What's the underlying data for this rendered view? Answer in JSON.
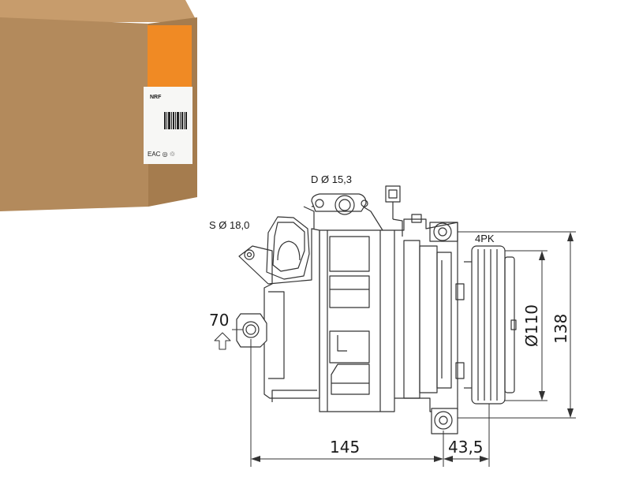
{
  "labels": {
    "discharge": "D Ø 15,3",
    "suction": "S Ø 18,0",
    "belt": "4PK",
    "mount": "70",
    "pulley_diameter": "Ø110",
    "height": "138",
    "length": "145",
    "pulley_offset": "43,5"
  },
  "box_label": {
    "brand": "NRF",
    "symbols": "EAC ◎ ♲"
  },
  "colors": {
    "box": "#b38a5c",
    "box_side": "#9c7448",
    "box_top": "#c79c6c",
    "brand_orange": "#f08a24",
    "drawing_line": "#333333"
  }
}
